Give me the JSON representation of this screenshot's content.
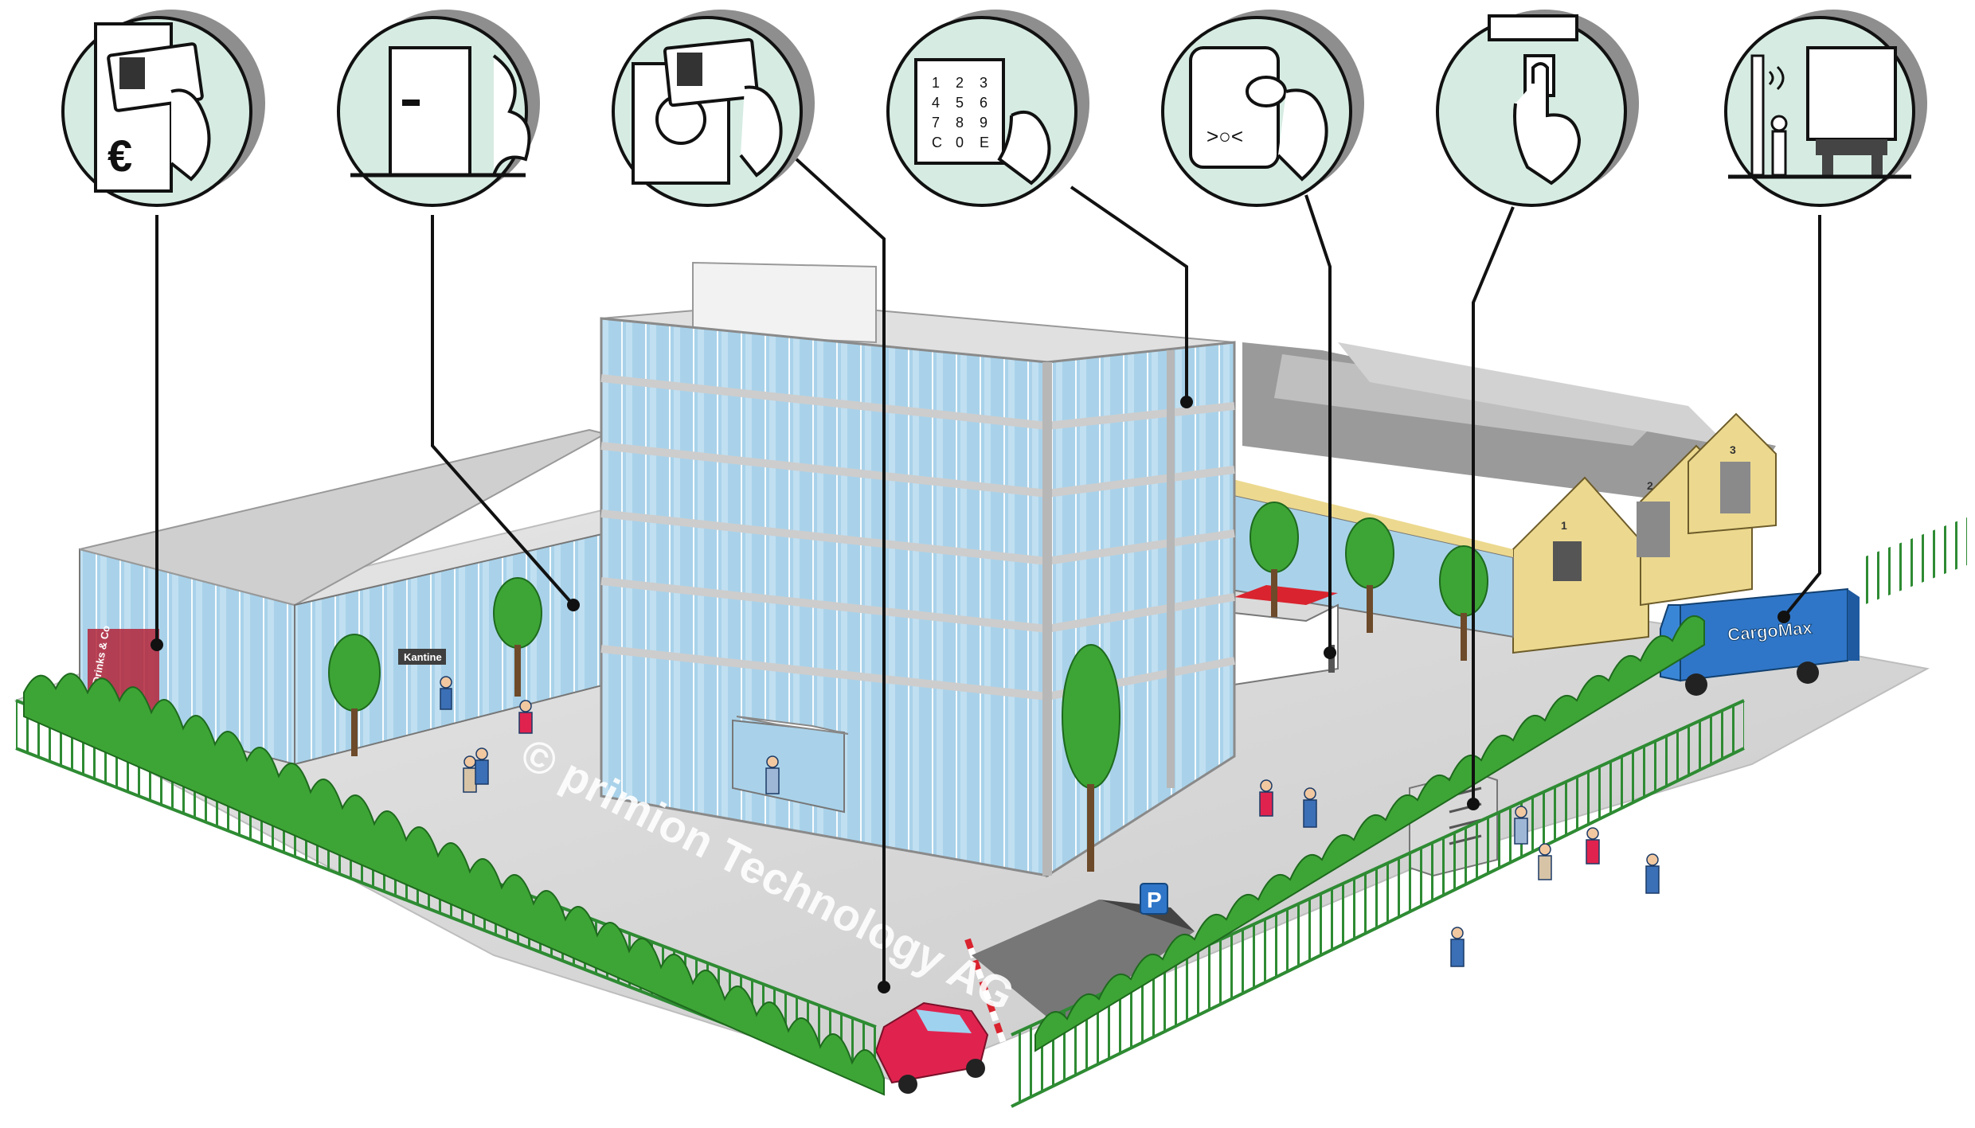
{
  "signs": {
    "canteen": "Kantine",
    "shop": "Drinks & Co",
    "parking": "P"
  },
  "truck": {
    "brand": "CargoMax"
  },
  "hall_numbers": [
    "1",
    "2",
    "3"
  ],
  "keypad": {
    "keys": [
      "1",
      "2",
      "3",
      "4",
      "5",
      "6",
      "7",
      "8",
      "9",
      "C",
      "0",
      "E"
    ]
  },
  "reader_symbol": ">○<",
  "watermark": "© primion Technology AG",
  "callouts": [
    {
      "icon": "badge-payment-icon",
      "currency": "€"
    },
    {
      "icon": "fire-door-icon"
    },
    {
      "icon": "badge-reader-icon"
    },
    {
      "icon": "keypad-reader-icon"
    },
    {
      "icon": "key-fob-reader-icon"
    },
    {
      "icon": "push-button-icon"
    },
    {
      "icon": "loading-dock-intercom-icon"
    }
  ],
  "colors": {
    "callout_fill": "#d6ece3",
    "callout_shadow": "#8e8e8e",
    "glass": "#a9d2ea",
    "tree": "#3da535",
    "hall": "#ecd98f",
    "truck": "#2f76c8",
    "car": "#e0234e",
    "ground": "#dcdcdc"
  }
}
